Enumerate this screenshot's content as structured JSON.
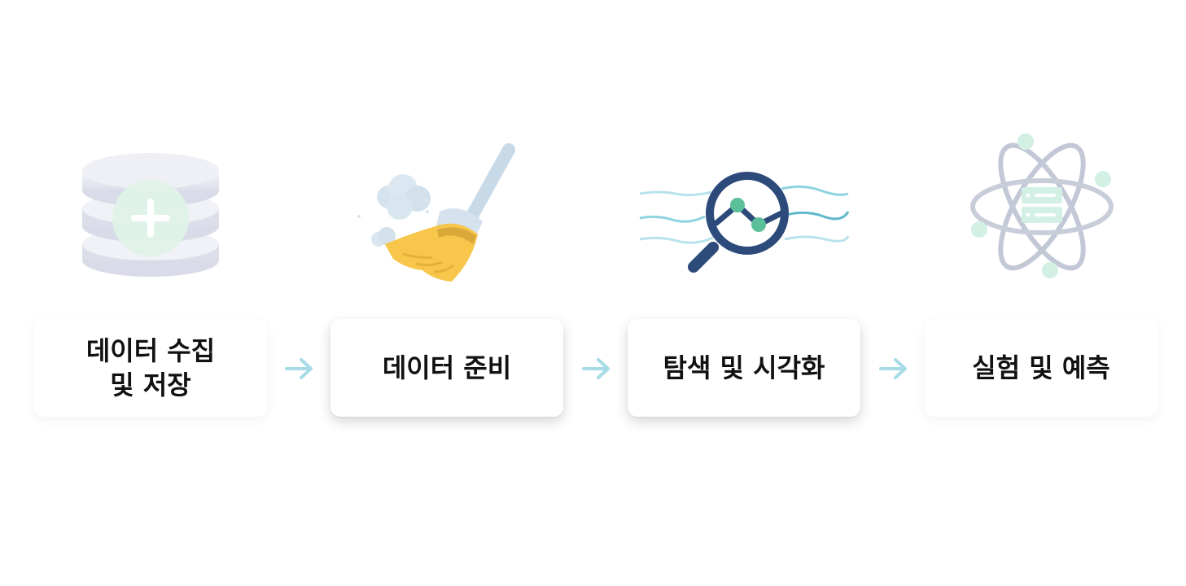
{
  "steps": [
    {
      "label": "데이터 수집\n및 저장",
      "icon": "database-plus-icon"
    },
    {
      "label": "데이터 준비",
      "icon": "broom-icon"
    },
    {
      "label": "탐색 및 시각화",
      "icon": "magnifier-chart-icon"
    },
    {
      "label": "실험 및 예측",
      "icon": "atom-server-icon"
    }
  ],
  "colors": {
    "arrow": "#a8dbe8",
    "broom_bristles": "#f7c64a",
    "magnifier": "#2c4a7a",
    "accent_green": "#5bbf9a",
    "database": "#e4e6f0",
    "atom_orbit": "#c3c8d6"
  }
}
